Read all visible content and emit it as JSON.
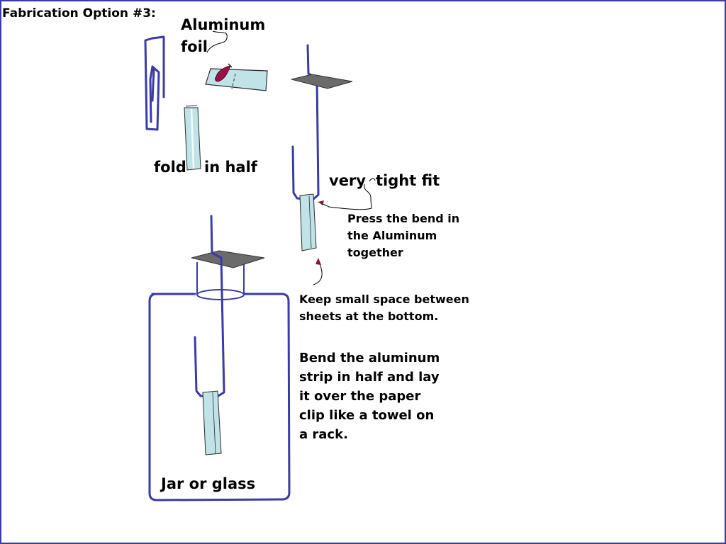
{
  "title": "Fabrication Option #3:",
  "labels": {
    "aluminum": "Aluminum",
    "foil": "foil",
    "fold": "fold",
    "in_half": "in half",
    "very": "very",
    "tight_fit": "tight fit",
    "jar": "Jar or glass"
  },
  "notes": {
    "press": [
      "Press the bend in",
      "the Aluminum",
      "together"
    ],
    "keep": [
      "Keep small space between",
      "sheets at the bottom."
    ],
    "bend": [
      "Bend the aluminum",
      "strip in half and lay",
      "it over the paper",
      "clip like a towel on",
      "a rack."
    ]
  },
  "colors": {
    "wire": "#3a3aa8",
    "foil": "#bfe3e6",
    "paper": "#6b6b6b",
    "drop": "#9b1346",
    "arrow": "#7a1a2a"
  }
}
